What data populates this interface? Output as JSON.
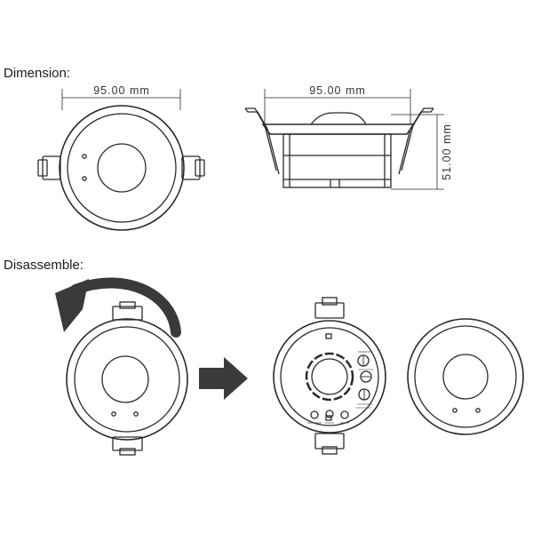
{
  "headings": {
    "dimension": "Dimension:",
    "disassemble": "Disassemble:"
  },
  "dimensions": {
    "top_width": "95.00 mm",
    "side_width": "95.00 mm",
    "side_height": "51.00 mm"
  },
  "colors": {
    "line": "#2a2a2a",
    "fill_dark": "#3a3a3a",
    "fill_light": "#f4f4f4"
  }
}
